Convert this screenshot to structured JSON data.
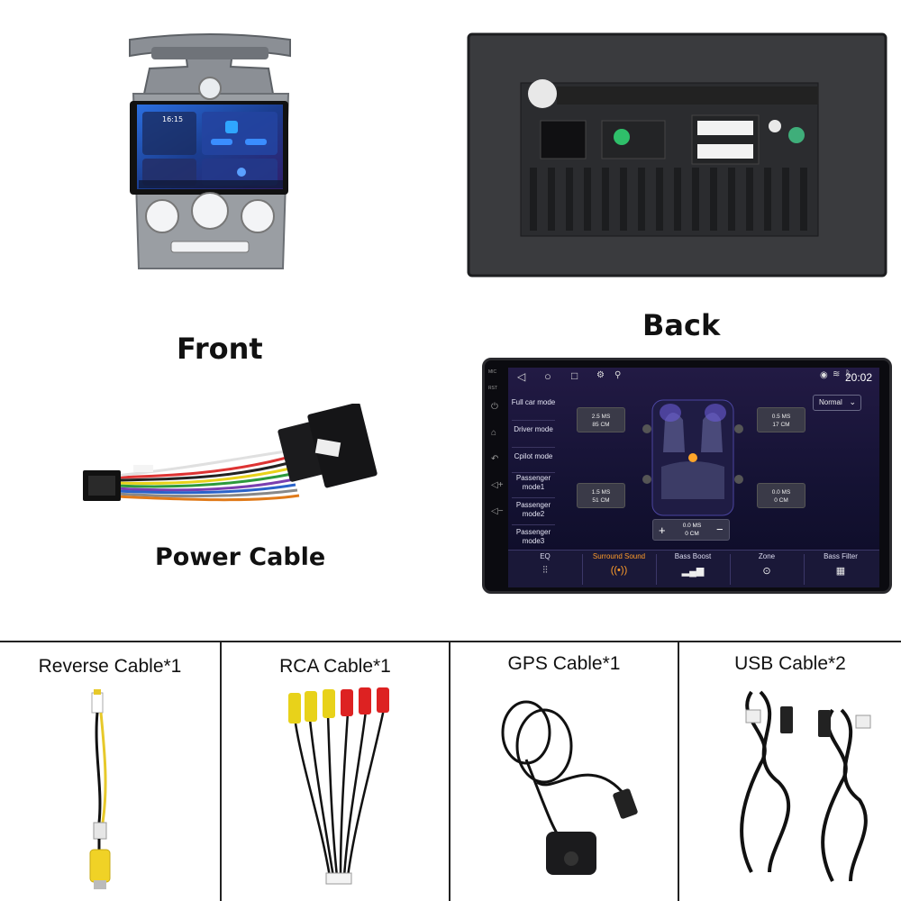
{
  "labels": {
    "front": "Front",
    "back": "Back",
    "power_cable": "Power Cable"
  },
  "accessories": [
    {
      "label": "Reverse Cable*1"
    },
    {
      "label": "RCA Cable*1"
    },
    {
      "label": "GPS Cable*1"
    },
    {
      "label": "USB Cable*2"
    }
  ],
  "front_screen": {
    "time": "16:15"
  },
  "head_unit": {
    "status_time": "20:02",
    "side_labels": [
      "MIC",
      "RST"
    ],
    "modes": [
      "Full car mode",
      "Driver mode",
      "Cpilot mode",
      "Passenger mode1",
      "Passenger mode2",
      "Passenger mode3"
    ],
    "preset": "Normal",
    "delays": [
      {
        "ms": "2.5 MS",
        "cm": "85 CM"
      },
      {
        "ms": "0.5 MS",
        "cm": "17 CM"
      },
      {
        "ms": "1.5 MS",
        "cm": "51 CM"
      },
      {
        "ms": "0.0 MS",
        "cm": "0 CM"
      }
    ],
    "stepper": {
      "ms": "0.0 MS",
      "cm": "0 CM",
      "plus": "+",
      "minus": "−"
    },
    "tabs": [
      {
        "label": "EQ",
        "icon": "equalizer-icon"
      },
      {
        "label": "Surround Sound",
        "icon": "surround-icon"
      },
      {
        "label": "Bass Boost",
        "icon": "bass-boost-icon"
      },
      {
        "label": "Zone",
        "icon": "zone-icon"
      },
      {
        "label": "Bass Filter",
        "icon": "bass-filter-icon"
      }
    ],
    "active_tab": "Surround Sound",
    "accent_color": "#ff9c2a"
  }
}
